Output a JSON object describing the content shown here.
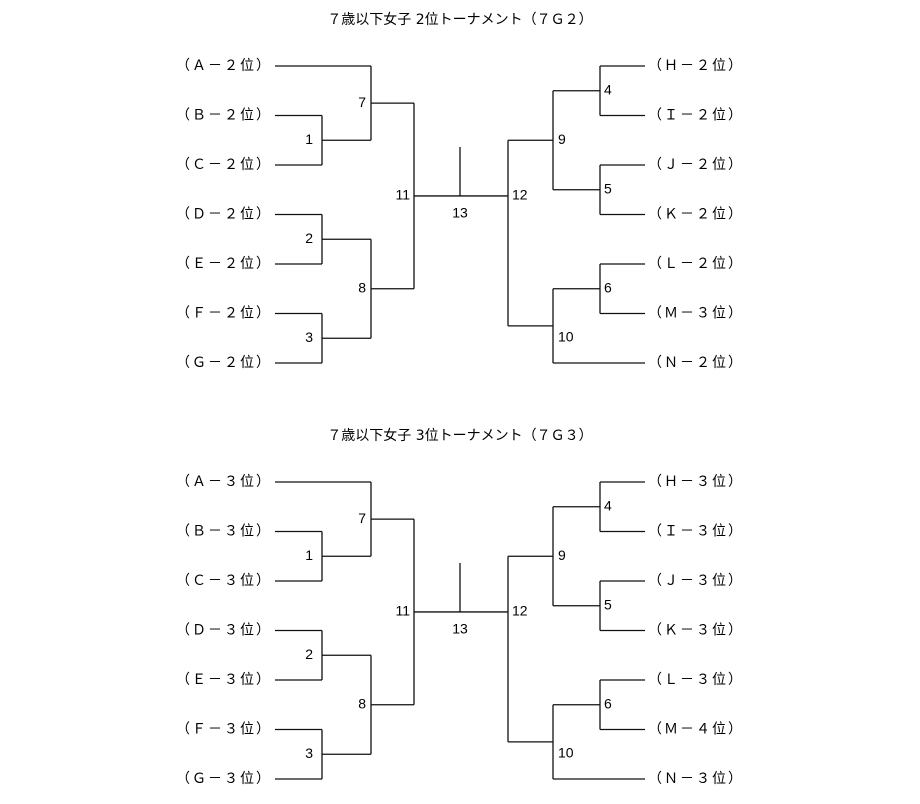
{
  "brackets": [
    {
      "title": "７歳以下女子 2位トーナメント（７Ｇ２）",
      "left_entries": [
        "（Ａ－２位）",
        "（Ｂ－２位）",
        "（Ｃ－２位）",
        "（Ｄ－２位）",
        "（Ｅ－２位）",
        "（Ｆ－２位）",
        "（Ｇ－２位）"
      ],
      "right_entries": [
        "（Ｈ－２位）",
        "（Ｉ－２位）",
        "（Ｊ－２位）",
        "（Ｋ－２位）",
        "（Ｌ－２位）",
        "（Ｍ－３位）",
        "（Ｎ－２位）"
      ],
      "match_numbers": [
        "1",
        "2",
        "3",
        "4",
        "5",
        "6",
        "7",
        "8",
        "9",
        "10",
        "11",
        "12",
        "13"
      ]
    },
    {
      "title": "７歳以下女子 3位トーナメント（７Ｇ３）",
      "left_entries": [
        "（Ａ－３位）",
        "（Ｂ－３位）",
        "（Ｃ－３位）",
        "（Ｄ－３位）",
        "（Ｅ－３位）",
        "（Ｆ－３位）",
        "（Ｇ－３位）"
      ],
      "right_entries": [
        "（Ｈ－３位）",
        "（Ｉ－３位）",
        "（Ｊ－３位）",
        "（Ｋ－３位）",
        "（Ｌ－３位）",
        "（Ｍ－４位）",
        "（Ｎ－３位）"
      ],
      "match_numbers": [
        "1",
        "2",
        "3",
        "4",
        "5",
        "6",
        "7",
        "8",
        "9",
        "10",
        "11",
        "12",
        "13"
      ]
    }
  ]
}
